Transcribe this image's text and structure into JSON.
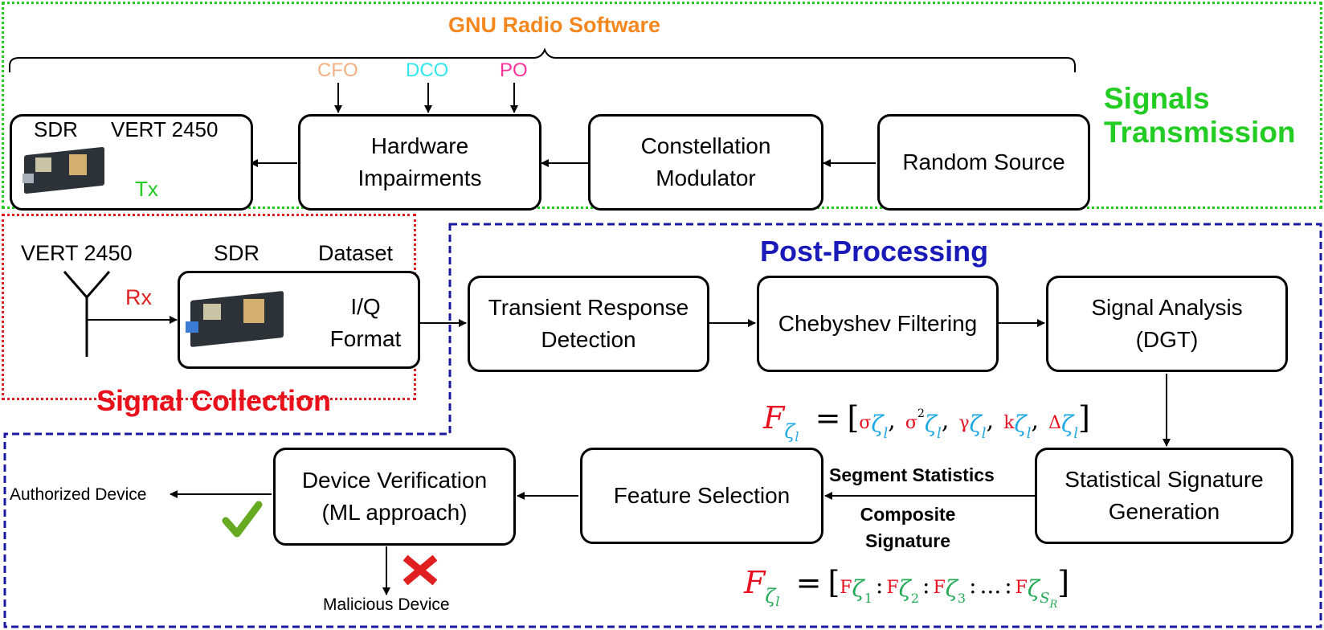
{
  "gnu_radio_software": "GNU Radio Software",
  "signals_transmission": {
    "line1": "Signals",
    "line2": "Transmission"
  },
  "impairments": {
    "cfo": "CFO",
    "dco": "DCO",
    "po": "PO"
  },
  "tx": {
    "sdr_label": "SDR",
    "antenna_label": "VERT 2450",
    "tx_label": "Tx"
  },
  "blocks": {
    "hardware_impairments": "Hardware\nImpairments",
    "constellation_modulator": "Constellation\nModulator",
    "random_source": "Random Source",
    "transient_response_detection": "Transient Response\nDetection",
    "chebyshev_filtering": "Chebyshev Filtering",
    "signal_analysis": "Signal Analysis\n(DGT)",
    "statistical_signature_generation": "Statistical Signature\nGeneration",
    "feature_selection": "Feature Selection",
    "device_verification": "Device Verification\n(ML approach)",
    "iq_format": "I/Q\nFormat"
  },
  "rx": {
    "antenna_label": "VERT 2450",
    "sdr_label": "SDR",
    "dataset_label": "Dataset",
    "rx_label": "Rx"
  },
  "signal_collection": "Signal Collection",
  "post_processing": "Post-Processing",
  "segment_statistics": "Segment Statistics",
  "composite_signature": {
    "line1": "Composite",
    "line2": "Signature"
  },
  "authorized_device": "Authorized Device",
  "malicious_device": "Malicious Device",
  "formula_segment": {
    "lhs_F": "F",
    "lhs_sub": "ζ",
    "lhs_subsub": "l",
    "eq": "=",
    "open": "[",
    "close": "]",
    "sep": ",",
    "terms": [
      {
        "sym": "σ",
        "sup": "",
        "z": "ζ",
        "l": "l"
      },
      {
        "sym": "σ",
        "sup": "2",
        "z": "ζ",
        "l": "l"
      },
      {
        "sym": "γ",
        "sup": "",
        "z": "ζ",
        "l": "l"
      },
      {
        "sym": "k",
        "sup": "",
        "z": "ζ",
        "l": "l"
      },
      {
        "sym": "Δ",
        "sup": "",
        "z": "ζ",
        "l": "l"
      }
    ]
  },
  "formula_composite": {
    "lhs_F": "F",
    "lhs_sub": "ζ",
    "lhs_subsub": "l",
    "eq": "=",
    "open": "[",
    "close": "]",
    "sep": ":",
    "ellipsis": "...",
    "terms": [
      {
        "sym": "F",
        "z": "ζ",
        "idx": "1"
      },
      {
        "sym": "F",
        "z": "ζ",
        "idx": "2"
      },
      {
        "sym": "F",
        "z": "ζ",
        "idx": "3"
      },
      {
        "sym": "F",
        "z": "ζ",
        "idx": "S",
        "idx_sub": "R"
      }
    ]
  },
  "colors": {
    "green_border": "#22cc22",
    "red_border": "#e02020",
    "blue_border": "#1a1aa0",
    "orange": "#f5871f",
    "cfo": "#f4b183",
    "dco": "#33e6f0",
    "po": "#ff3399",
    "title_green": "#22cc22",
    "title_red": "#e8101a",
    "title_blue": "#1a1ab8",
    "check": "#66aa22",
    "cross": "#e02020",
    "formula_red": "#e81020",
    "formula_cyan": "#1ea8e6",
    "formula_green": "#22aa55"
  }
}
